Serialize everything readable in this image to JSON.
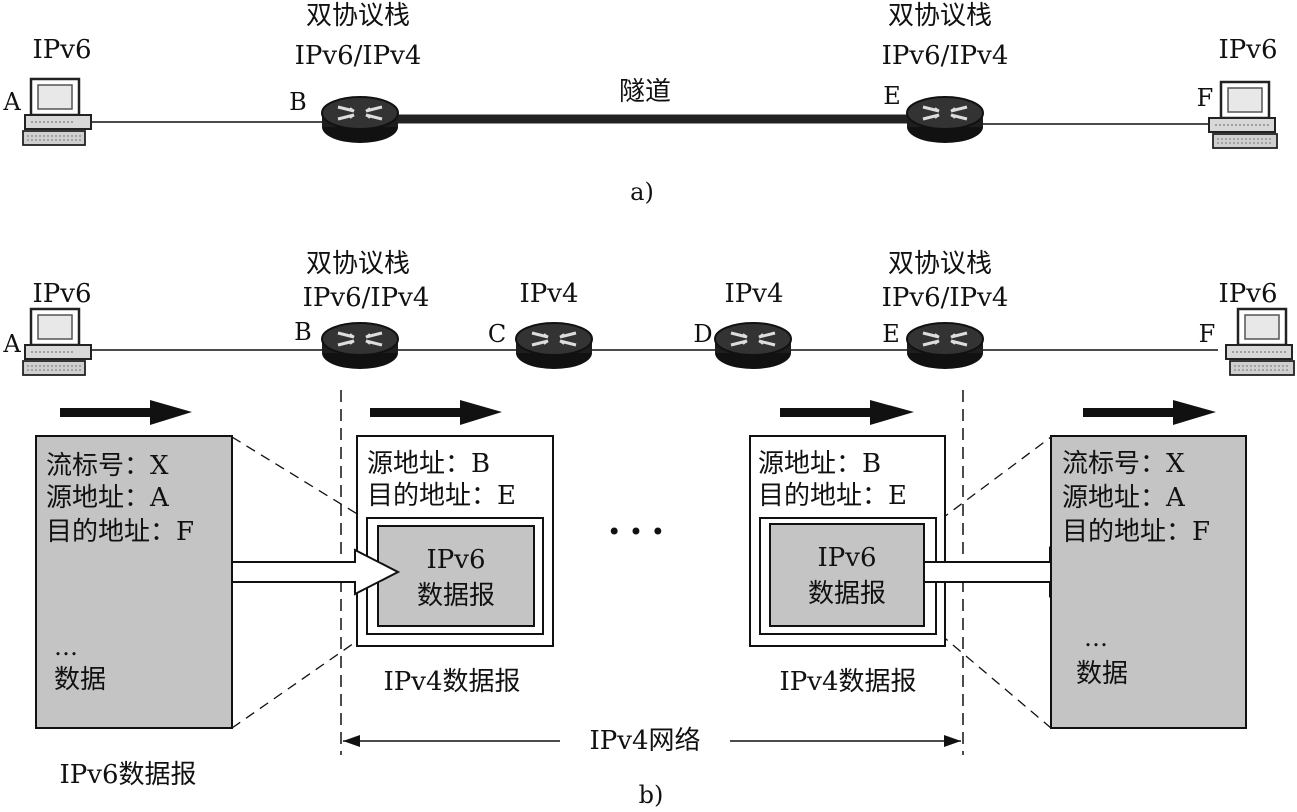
{
  "part_a": {
    "label": "a)",
    "tunnel_label": "隧道",
    "host_a": {
      "letter": "A",
      "proto": "IPv6"
    },
    "router_b": {
      "letter": "B",
      "title": "双协议栈",
      "proto": "IPv6/IPv4"
    },
    "router_e": {
      "letter": "E",
      "title": "双协议栈",
      "proto": "IPv6/IPv4"
    },
    "host_f": {
      "letter": "F",
      "proto": "IPv6"
    }
  },
  "part_b": {
    "label": "b)",
    "host_a": {
      "letter": "A",
      "proto": "IPv6"
    },
    "router_b": {
      "letter": "B",
      "title": "双协议栈",
      "proto": "IPv6/IPv4"
    },
    "router_c": {
      "letter": "C",
      "proto": "IPv4"
    },
    "router_d": {
      "letter": "D",
      "proto": "IPv4"
    },
    "router_e": {
      "letter": "E",
      "title": "双协议栈",
      "proto": "IPv6/IPv4"
    },
    "host_f": {
      "letter": "F",
      "proto": "IPv6"
    },
    "ipv6_packet_left": {
      "flow": "流标号：X",
      "src": "源地址：A",
      "dst": "目的地址：F",
      "ellipsis": "…",
      "data": "数据",
      "caption": "IPv6数据报"
    },
    "ipv4_packet_left": {
      "src": "源地址：B",
      "dst": "目的地址：E",
      "inner_line1": "IPv6",
      "inner_line2": "数据报",
      "caption": "IPv4数据报"
    },
    "middle_dots": "• • •",
    "ipv4_packet_right": {
      "src": "源地址：B",
      "dst": "目的地址：E",
      "inner_line1": "IPv6",
      "inner_line2": "数据报",
      "caption": "IPv4数据报"
    },
    "ipv6_packet_right": {
      "flow": "流标号：X",
      "src": "源地址：A",
      "dst": "目的地址：F",
      "ellipsis": "…",
      "data": "数据"
    },
    "network_label": "IPv4网络"
  },
  "colors": {
    "packet_fill": "#c4c4c4",
    "router_fill": "#1e1e1e",
    "line": "#111111"
  }
}
